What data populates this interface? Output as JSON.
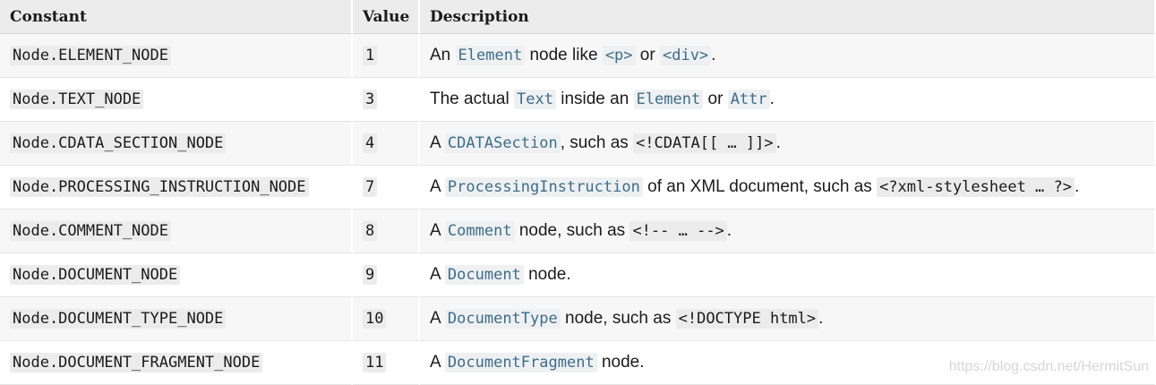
{
  "headers": {
    "constant": "Constant",
    "value": "Value",
    "description": "Description"
  },
  "rows": [
    {
      "constant": "Node.ELEMENT_NODE",
      "value": "1",
      "desc": {
        "t0": "An ",
        "c1": "Element",
        "t1": " node like ",
        "c2": "<p>",
        "t2": " or ",
        "c3": "<div>",
        "t3": "."
      }
    },
    {
      "constant": "Node.TEXT_NODE",
      "value": "3",
      "desc": {
        "t0": "The actual ",
        "c1": "Text",
        "t1": " inside an ",
        "c2": "Element",
        "t2": " or ",
        "c3": "Attr",
        "t3": "."
      }
    },
    {
      "constant": "Node.CDATA_SECTION_NODE",
      "value": "4",
      "desc": {
        "t0": "A ",
        "c1": "CDATASection",
        "t1": ", such as ",
        "c2": "<!CDATA[[ … ]]>",
        "t2": "."
      }
    },
    {
      "constant": "Node.PROCESSING_INSTRUCTION_NODE",
      "value": "7",
      "desc": {
        "t0": "A ",
        "c1": "ProcessingInstruction",
        "t1": " of an XML document, such as ",
        "c2": "<?xml-stylesheet … ?>",
        "t2": "."
      }
    },
    {
      "constant": "Node.COMMENT_NODE",
      "value": "8",
      "desc": {
        "t0": "A ",
        "c1": "Comment",
        "t1": " node, such as ",
        "c2": "<!-- … -->",
        "t2": "."
      }
    },
    {
      "constant": "Node.DOCUMENT_NODE",
      "value": "9",
      "desc": {
        "t0": "A ",
        "c1": "Document",
        "t1": " node."
      }
    },
    {
      "constant": "Node.DOCUMENT_TYPE_NODE",
      "value": "10",
      "desc": {
        "t0": "A ",
        "c1": "DocumentType",
        "t1": " node, such as ",
        "c2": "<!DOCTYPE html>",
        "t2": "."
      }
    },
    {
      "constant": "Node.DOCUMENT_FRAGMENT_NODE",
      "value": "11",
      "desc": {
        "t0": "A ",
        "c1": "DocumentFragment",
        "t1": " node."
      }
    }
  ],
  "watermark": "https://blog.csdn.net/HermitSun",
  "colors": {
    "header_bg": "#ececec",
    "code_bg": "#ececec",
    "link_code": "#3d6d8a",
    "zebra": "#f7f7f7"
  }
}
